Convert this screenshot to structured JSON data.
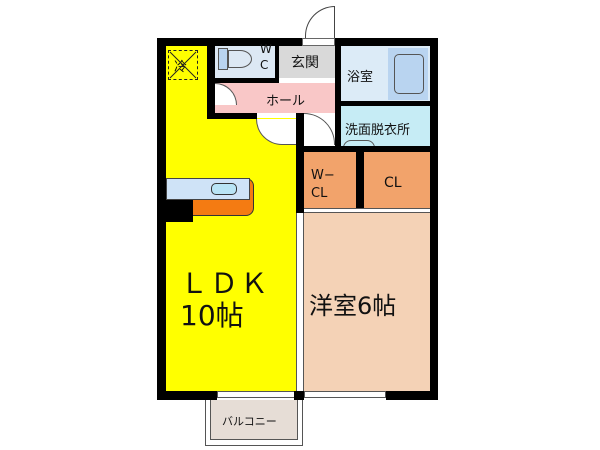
{
  "floorplan": {
    "rooms": {
      "ldk": {
        "label_line1": "ＬＤＫ",
        "label_line2": "10帖",
        "color": "#ffff00"
      },
      "western_room": {
        "label": "洋室6帖",
        "color": "#f4d2b6"
      },
      "wc": {
        "label_w": "W",
        "label_c": "C",
        "color": "#dce8f4"
      },
      "entrance": {
        "label": "玄関",
        "color": "#d9d9d9"
      },
      "bath": {
        "label": "浴室",
        "color": "#dcebf7"
      },
      "hall": {
        "label": "ホール",
        "color": "#f9c7c7"
      },
      "washroom": {
        "label": "洗面脱衣所",
        "color": "#c6ecf5"
      },
      "walk_in_closet": {
        "label_line1": "W−",
        "label_line2": "CL",
        "color": "#f2a36b"
      },
      "closet": {
        "label": "CL",
        "color": "#f2a36b"
      },
      "balcony": {
        "label": "バルコニー",
        "color": "#e6ddd6"
      }
    },
    "fixtures": {
      "fridge": {
        "label": "冷"
      },
      "kitchen_counter_color": "#f47b12",
      "sink_color": "#cfe3f7"
    }
  }
}
